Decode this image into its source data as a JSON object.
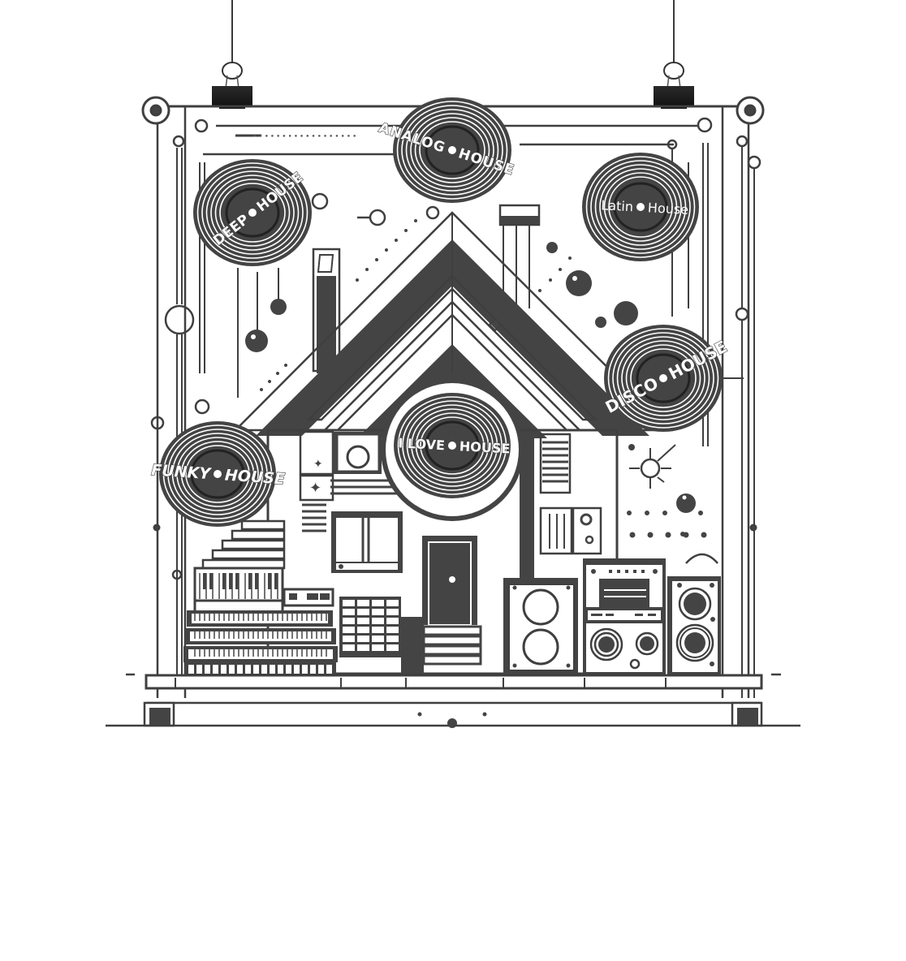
{
  "artwork": {
    "subject": "House music poster hanging from binder clips",
    "fine_print": "▪ ▪ ▪ ▪ ▪ ▪ ▪ ▪ ▪ ▪ ▪ ▪ ▪ ▪ ▪ ▪ ▪ ▪"
  },
  "records": [
    {
      "id": "analog",
      "left": "ANALOG",
      "right": "HOUSE",
      "style": "outline"
    },
    {
      "id": "deep",
      "left": "DEEP",
      "right": "HOUSE",
      "style": "sans"
    },
    {
      "id": "latin",
      "left": "Latin",
      "right": "House",
      "style": "plain"
    },
    {
      "id": "disco",
      "left": "DISCO",
      "right": "HOUSE",
      "style": "block"
    },
    {
      "id": "love",
      "left": "I LOVE",
      "right": "HOUSE",
      "style": "deco"
    },
    {
      "id": "funky",
      "left": "FUNKY",
      "right": "HOUSE",
      "style": "wavy"
    }
  ],
  "colors": {
    "ink": "#3f3f3f",
    "dark_fill": "#444444",
    "clip": "#1e1e1e",
    "paper": "#ffffff"
  }
}
